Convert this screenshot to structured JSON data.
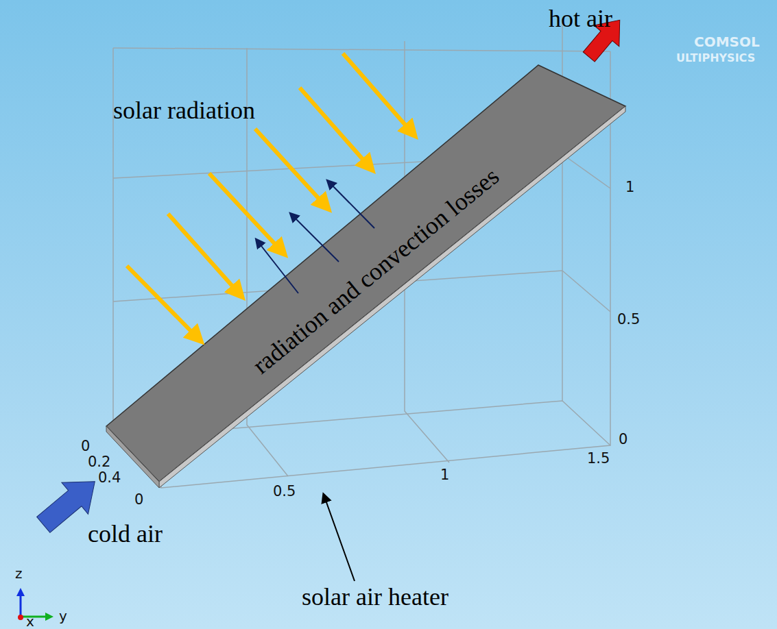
{
  "diagram": {
    "labels": [
      "hot air",
      "solar radiation",
      "radiation and convection losses",
      "cold air",
      "solar air heater",
      "0",
      "0.2",
      "0.4",
      "0",
      "0.5",
      "1",
      "1.5",
      "0",
      "0.5",
      "1",
      "z",
      "y",
      "x",
      "COMSOL",
      "ULTIPHYSICS"
    ]
  }
}
